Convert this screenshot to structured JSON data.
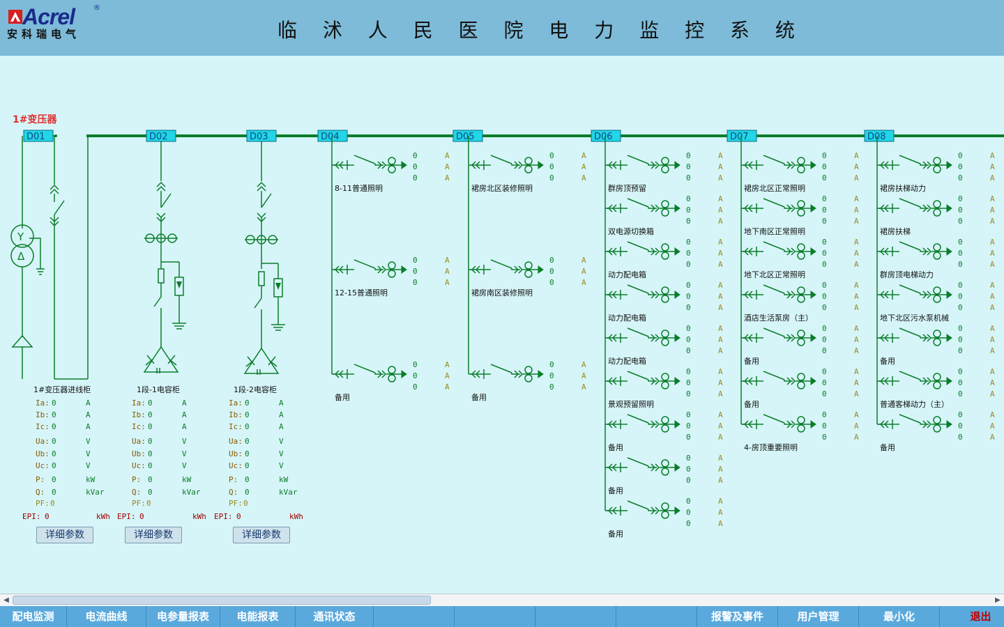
{
  "header": {
    "logo_brand": "Acrel",
    "logo_registered": "®",
    "logo_cn": "安科瑞电气",
    "title": "临 沭 人 民 医 院 电 力 监 控 系 统"
  },
  "transformer_label": "1#变压器",
  "panels": [
    {
      "id": "D01",
      "name": "1#变压器进线柜",
      "btn": "详细参数"
    },
    {
      "id": "D02",
      "name": "1段-1电容柜",
      "btn": "详细参数"
    },
    {
      "id": "D03",
      "name": "1段-2电容柜",
      "btn": "详细参数"
    }
  ],
  "measure_labels": {
    "ia": "Ia:",
    "ib": "Ib:",
    "ic": "Ic:",
    "ua": "Ua:",
    "ub": "Ub:",
    "uc": "Uc:",
    "p": "P:",
    "q": "Q:",
    "pf": "PF:",
    "epi": "EPI:",
    "u_a": "A",
    "u_v": "V",
    "u_kw": "kW",
    "u_kvar": "kVar",
    "u_kwh": "kWh",
    "zero": "0"
  },
  "cabinets": [
    {
      "id": "D04",
      "circuits": [
        "8-11普通照明",
        "12-15普通照明",
        "备用"
      ]
    },
    {
      "id": "D05",
      "circuits": [
        "裙房北区装修照明",
        "裙房南区装修照明",
        "备用"
      ]
    },
    {
      "id": "D06",
      "circuits": [
        "群房顶预留",
        "双电源切换箱",
        "动力配电箱",
        "动力配电箱",
        "动力配电箱",
        "景观预留照明",
        "备用",
        "备用",
        "备用"
      ]
    },
    {
      "id": "D07",
      "circuits": [
        "裙房北区正常照明",
        "地下南区正常照明",
        "地下北区正常照明",
        "酒店生活泵房（主）",
        "备用",
        "备用",
        "4-房顶重要照明"
      ]
    },
    {
      "id": "D08",
      "circuits": [
        "裙房扶梯动力",
        "裙房扶梯",
        "群房顶电梯动力",
        "地下北区污水泵机械",
        "备用",
        "普通客梯动力（主）",
        "备用"
      ]
    }
  ],
  "taskbar": {
    "items": [
      "配电监测",
      "电流曲线",
      "电参量报表",
      "电能报表",
      "通讯状态",
      "",
      "",
      "",
      "",
      "报警及事件",
      "用户管理",
      "最小化",
      "退出"
    ]
  },
  "colors": {
    "header_bg": "#7dbbd9",
    "body_bg": "#d6f5f8",
    "bus_green": "#0b7d2a",
    "tag_bg": "#22d6e6",
    "taskbar_bg": "#5aa9dd"
  }
}
